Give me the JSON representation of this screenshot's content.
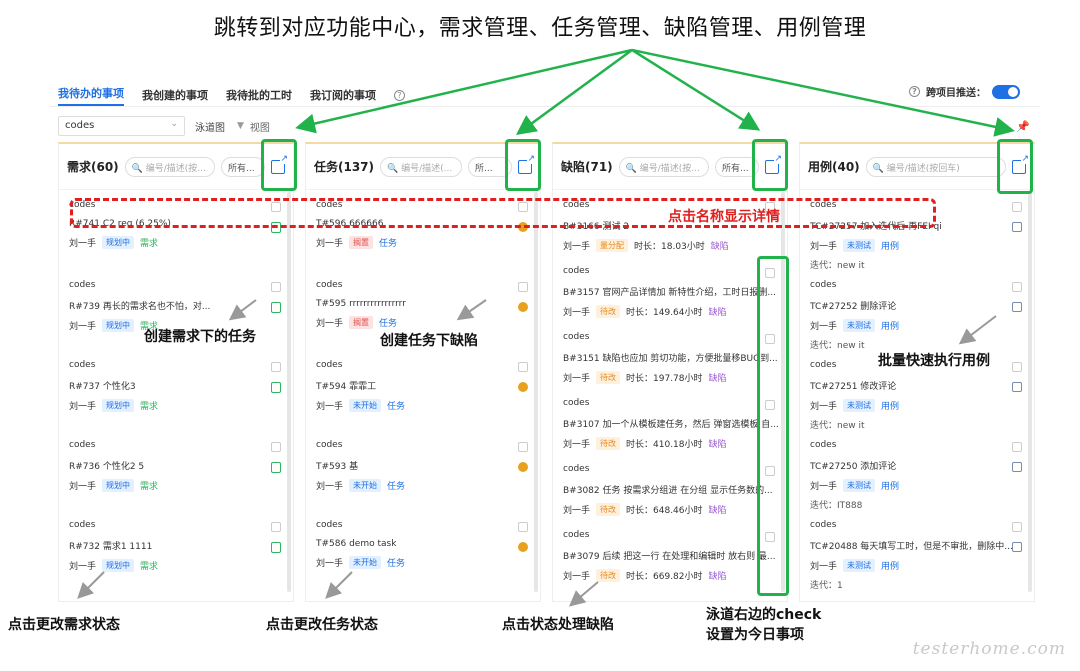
{
  "header": {
    "title": "跳转到对应功能中心，需求管理、任务管理、缺陷管理、用例管理"
  },
  "tabs": [
    "我待办的事项",
    "我创建的事项",
    "我待批的工时",
    "我订阅的事项"
  ],
  "cross_project": {
    "label": "跨项目推送：",
    "on": true
  },
  "filters": {
    "project": "codes",
    "view": "泳道图",
    "view_label": "视图"
  },
  "lanes": [
    {
      "title": "需求(60)",
      "search": "编号/描述(按...",
      "filter": "所有...",
      "cards": [
        {
          "proj": "codes",
          "title": "R#741 C2 req  (6.25%)",
          "user": "刘一手",
          "status": "规划中",
          "type": "需求"
        },
        {
          "proj": "codes",
          "title": "R#739 再长的需求名也不怕，对...",
          "user": "刘一手",
          "status": "规划中",
          "type": "需求"
        },
        {
          "proj": "codes",
          "title": "R#737 个性化3",
          "user": "刘一手",
          "status": "规划中",
          "type": "需求"
        },
        {
          "proj": "codes",
          "title": "R#736 个性化2 5",
          "user": "刘一手",
          "status": "规划中",
          "type": "需求"
        },
        {
          "proj": "codes",
          "title": "R#732 需求1 1111",
          "user": "刘一手",
          "status": "规划中",
          "type": "需求"
        }
      ]
    },
    {
      "title": "任务(137)",
      "search": "编号/描述(...",
      "filter": "所...",
      "cards": [
        {
          "proj": "codes",
          "title": "T#596 666666",
          "user": "刘一手",
          "status": "搁置",
          "type": "任务"
        },
        {
          "proj": "codes",
          "title": "T#595 rrrrrrrrrrrrrrrr",
          "user": "刘一手",
          "status": "搁置",
          "type": "任务"
        },
        {
          "proj": "codes",
          "title": "T#594 霏霏工",
          "user": "刘一手",
          "status": "未开始",
          "type": "任务"
        },
        {
          "proj": "codes",
          "title": "T#593 基",
          "user": "刘一手",
          "status": "未开始",
          "type": "任务"
        },
        {
          "proj": "codes",
          "title": "T#586 demo task",
          "user": "刘一手",
          "status": "未开始",
          "type": "任务"
        }
      ]
    },
    {
      "title": "缺陷(71)",
      "search": "编号/描述(按...",
      "filter": "所有...",
      "cards": [
        {
          "proj": "codes",
          "title": "B#3166 测试 2",
          "user": "刘一手",
          "status": "量分配",
          "duration": "时长：18.03小时",
          "type": "缺陷"
        },
        {
          "proj": "codes",
          "title": "B#3157 官网产品详情加 新特性介绍，工时日报删...",
          "user": "刘一手",
          "status": "待改",
          "duration": "时长：149.64小时",
          "type": "缺陷"
        },
        {
          "proj": "codes",
          "title": "B#3151 缺陷也应加 剪切功能，方便批量移BUG到...",
          "user": "刘一手",
          "status": "待改",
          "duration": "时长：197.78小时",
          "type": "缺陷"
        },
        {
          "proj": "codes",
          "title": "B#3107 加一个从模板建任务，然后 弹窗选模板 自...",
          "user": "刘一手",
          "status": "待改",
          "duration": "时长：410.18小时",
          "type": "缺陷"
        },
        {
          "proj": "codes",
          "title": "B#3082 任务 按需求分组进 在分组 显示任务数的...",
          "user": "刘一手",
          "status": "待改",
          "duration": "时长：648.46小时",
          "type": "缺陷"
        },
        {
          "proj": "codes",
          "title": "B#3079 后续 把这一行 在处理和编辑时 放右则 最...",
          "user": "刘一手",
          "status": "待改",
          "duration": "时长：669.82小时",
          "type": "缺陷"
        }
      ]
    },
    {
      "title": "用例(40)",
      "search": "编号/描述(按回车)",
      "filter": "",
      "cards": [
        {
          "proj": "codes",
          "title": "TC#27257 加入迭代后 再FEI qi",
          "user": "刘一手",
          "status": "未测试",
          "type": "用例",
          "iter": "迭代：new it"
        },
        {
          "proj": "codes",
          "title": "TC#27252 删除评论",
          "user": "刘一手",
          "status": "未测试",
          "type": "用例",
          "iter": "迭代：new it"
        },
        {
          "proj": "codes",
          "title": "TC#27251 修改评论",
          "user": "刘一手",
          "status": "未测试",
          "type": "用例",
          "iter": "迭代：new it"
        },
        {
          "proj": "codes",
          "title": "TC#27250 添加评论",
          "user": "刘一手",
          "status": "未测试",
          "type": "用例",
          "iter": "迭代：IT888"
        },
        {
          "proj": "codes",
          "title": "TC#20488 每天填写工时，但是不审批，删除中...",
          "user": "刘一手",
          "status": "未测试",
          "type": "用例",
          "iter": "迭代：1"
        }
      ]
    }
  ],
  "annotations": {
    "click_name": "点击名称显示详情",
    "create_task": "创建需求下的任务",
    "create_bug": "创建任务下缺陷",
    "batch_run": "批量快速执行用例",
    "change_req": "点击更改需求状态",
    "change_task": "点击更改任务状态",
    "handle_bug": "点击状态处理缺陷",
    "check_today_1": "泳道右边的check",
    "check_today_2": "设置为今日事项"
  },
  "watermark": "testerhome.com",
  "colors": {
    "accent": "#1f6fe5",
    "green_box": "#22b24c",
    "red": "#e01f1f"
  }
}
